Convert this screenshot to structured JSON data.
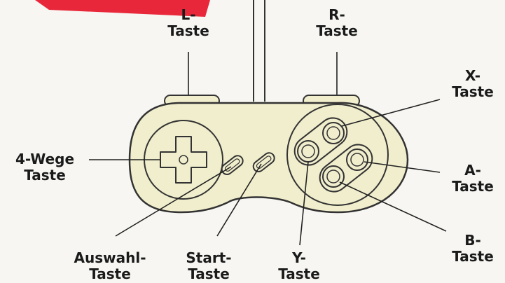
{
  "labels": {
    "l": {
      "line1": "L-",
      "line2": "Taste"
    },
    "r": {
      "line1": "R-",
      "line2": "Taste"
    },
    "x": {
      "line1": "X-",
      "line2": "Taste"
    },
    "a": {
      "line1": "A-",
      "line2": "Taste"
    },
    "b": {
      "line1": "B-",
      "line2": "Taste"
    },
    "dpad": {
      "line1": "4-Wege",
      "line2": "Taste"
    },
    "select": {
      "line1": "Auswahl-",
      "line2": "Taste"
    },
    "start": {
      "line1": "Start-",
      "line2": "Taste"
    },
    "y": {
      "line1": "Y-",
      "line2": "Taste"
    }
  },
  "colors": {
    "controller_fill": "#f1eecd",
    "outline": "#333333",
    "banner": "#e8283a",
    "background": "#f7f6f2"
  }
}
